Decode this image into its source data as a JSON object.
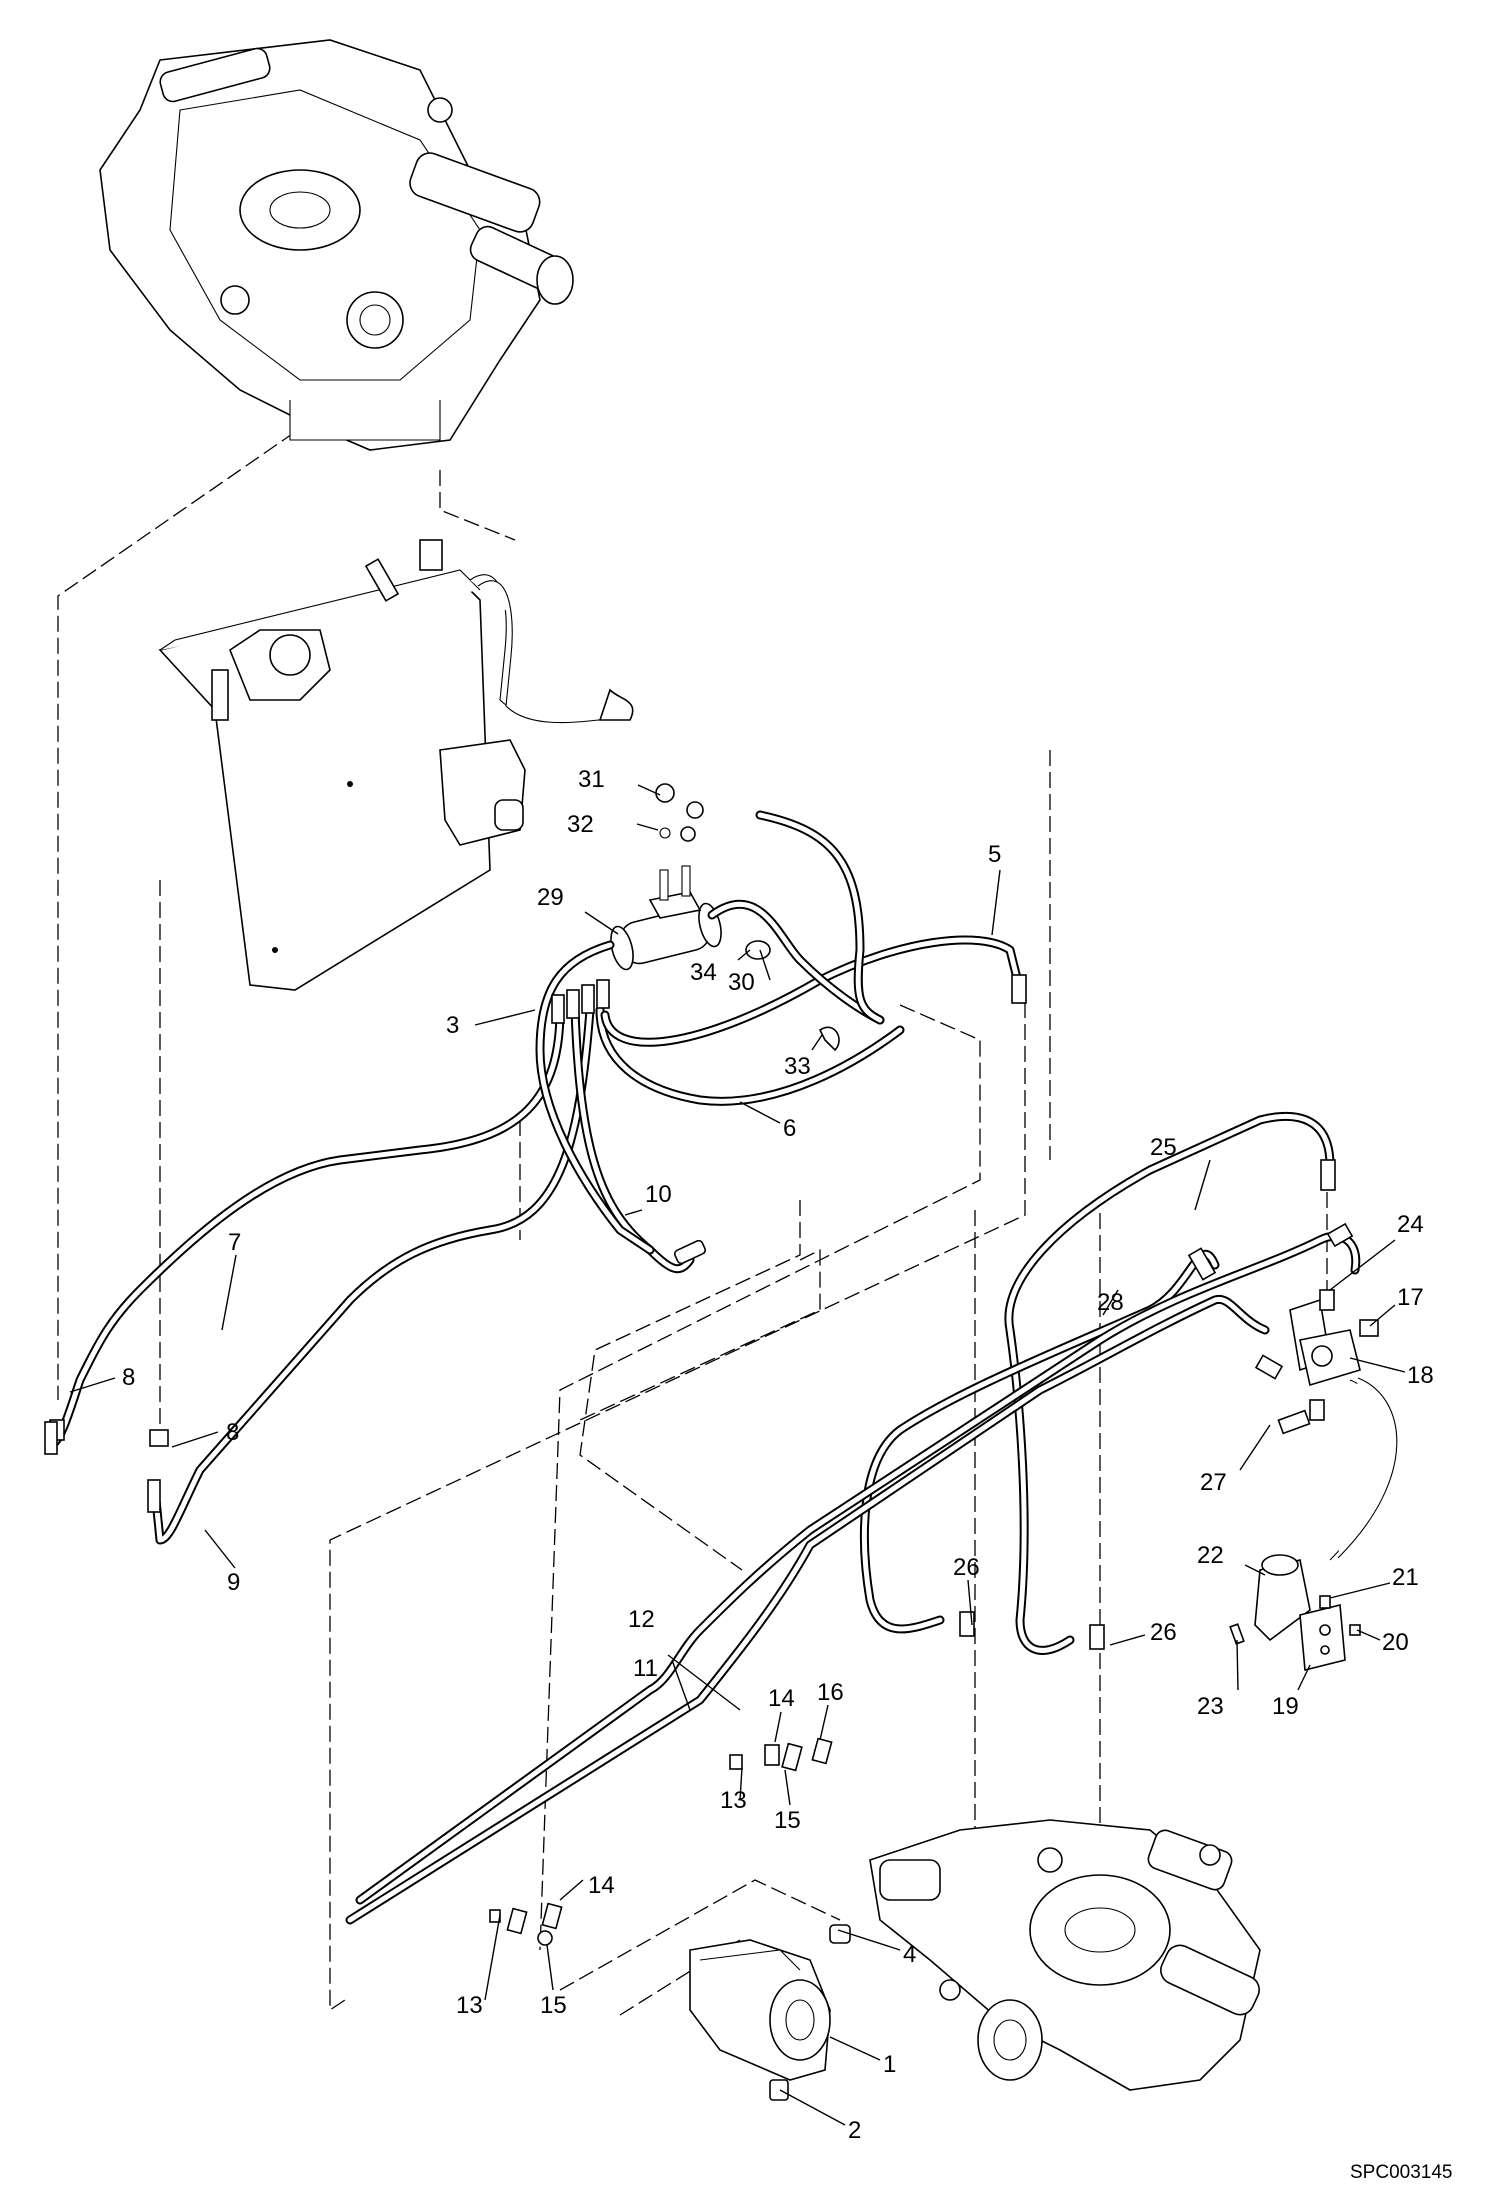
{
  "drawing_code": "SPC003145",
  "callouts": [
    "1",
    "2",
    "3",
    "4",
    "5",
    "6",
    "7",
    "8",
    "8",
    "9",
    "10",
    "11",
    "12",
    "13",
    "13",
    "14",
    "14",
    "15",
    "15",
    "16",
    "17",
    "18",
    "19",
    "20",
    "21",
    "22",
    "23",
    "24",
    "25",
    "26",
    "26",
    "27",
    "28",
    "29",
    "30",
    "31",
    "32",
    "33",
    "34"
  ]
}
